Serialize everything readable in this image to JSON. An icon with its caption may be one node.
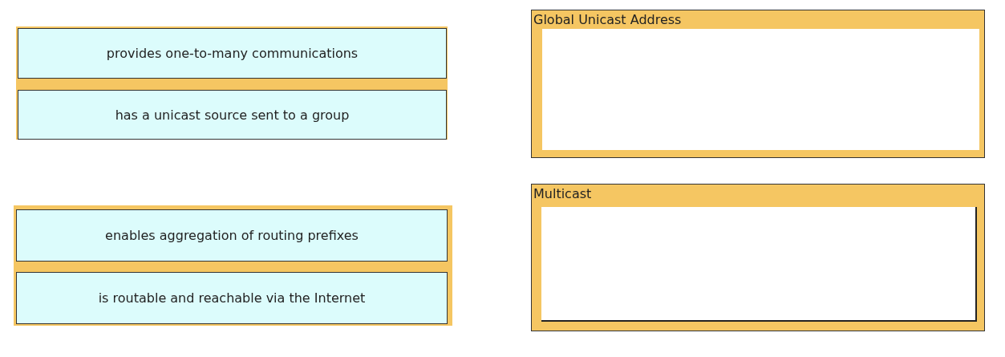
{
  "diagram": {
    "nodes": [
      {
        "text": [
          "provides one-to-many communications"
        ]
      },
      {
        "text": [
          "has a unicast source sent to a group"
        ]
      },
      {
        "text": [
          "enables aggregation of routing prefixes"
        ]
      },
      {
        "text": [
          "is routable and reachable via the Internet"
        ]
      },
      {
        "text": [
          "Global Unicast Address"
        ]
      },
      {
        "text": [],
        "shape": "box",
        "in": 4
      },
      {
        "text": [
          "Multicast"
        ]
      },
      {
        "text": [],
        "shape": "box",
        "in": 6
      }
    ],
    "edges": []
  }
}
